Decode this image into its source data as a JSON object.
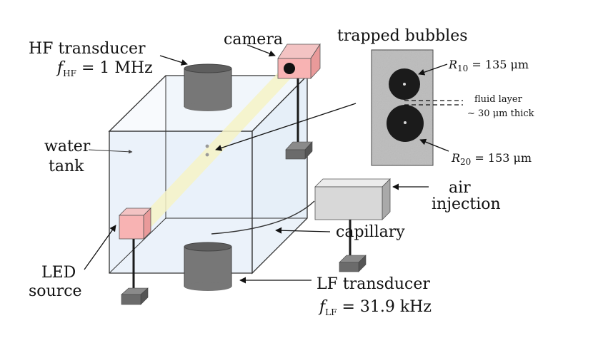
{
  "labels": {
    "hf_transducer": "HF transducer",
    "hf_freq_symbol": "f",
    "hf_freq_sub": "HF",
    "hf_freq_value": " = 1 MHz",
    "camera": "camera",
    "trapped_bubbles": "trapped bubbles",
    "r10_symbol": "R",
    "r10_sub": "10",
    "r10_value": " = 135 μm",
    "r20_symbol": "R",
    "r20_sub": "20",
    "r20_value": " = 153 μm",
    "fluid_layer": "fluid layer",
    "fluid_thick": "∼ 30 μm thick",
    "water": "water",
    "tank": "tank",
    "air": "air",
    "injection": "injection",
    "capillary": "capillary",
    "led": "LED",
    "source": "source",
    "lf_transducer": "LF transducer",
    "lf_freq_symbol": "f",
    "lf_freq_sub": "LF",
    "lf_freq_value": " = 31.9 kHz"
  },
  "colors": {
    "tank_fill": "#eef4fb",
    "tank_edge": "#333333",
    "transducer": "#777777",
    "transducer_top": "#5e5e5e",
    "pink": "#f8b3b3",
    "pink_dark": "#e99a9a",
    "beam": "#f6f3c6",
    "stand": "#1a1a1a",
    "base": "#6b6b6b",
    "air_box": "#d8d8d8",
    "photo_bg": "#bcbcbc",
    "bubble": "#1b1b1b"
  }
}
